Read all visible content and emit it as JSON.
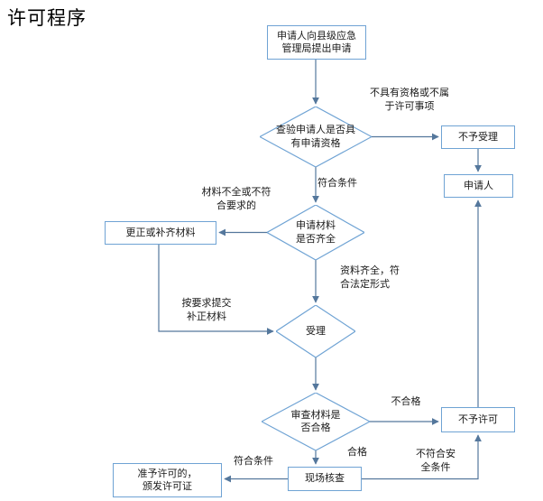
{
  "title": "许可程序",
  "colors": {
    "node_border": "#6fa3d4",
    "line": "#54779c"
  },
  "nodes": {
    "apply": "申请人向县级应急\n管理局提出申请",
    "verify": "查验申请人是否具\n有申请资格",
    "reject": "不予受理",
    "applicant": "申请人",
    "materials": "申请材料\n是否齐全",
    "correct": "更正或补齐材料",
    "accept": "受理",
    "review": "审查材料是\n否合格",
    "deny": "不予许可",
    "site_check": "现场核查",
    "issue": "准予许可的，\n颁发许可证"
  },
  "labels": {
    "no_qualification": "不具有资格或不属\n于许可事项",
    "meets_conditions": "符合条件",
    "incomplete_materials": "材料不全或不符\n合要求的",
    "complete_legal": "资料齐全，符\n合法定形式",
    "resubmit": "按要求提交\n补正材料",
    "unqualified": "不合格",
    "qualified": "合格",
    "unsafe": "不符合安\n全条件",
    "conditions_met": "符合条件"
  }
}
